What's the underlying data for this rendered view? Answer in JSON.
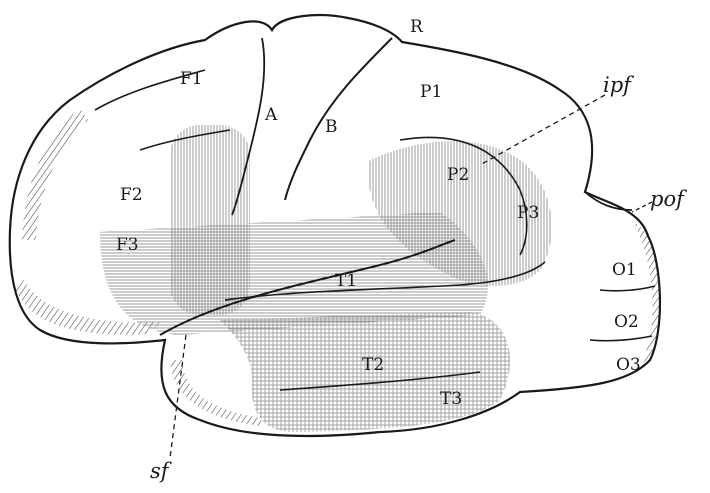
{
  "figure": {
    "labels": {
      "R": "R",
      "F1": "F1",
      "A": "A",
      "B": "B",
      "P1": "P1",
      "ipf": "ipf",
      "F2": "F2",
      "P2": "P2",
      "P3": "P3",
      "pof": "pof",
      "F3": "F3",
      "T1": "T1",
      "O1": "O1",
      "O2": "O2",
      "O3": "O3",
      "T2": "T2",
      "T3": "T3",
      "sf": "sf"
    },
    "colors": {
      "ink": "#1a1a1a",
      "shade": "#9a9a9a",
      "paper": "#ffffff"
    }
  }
}
